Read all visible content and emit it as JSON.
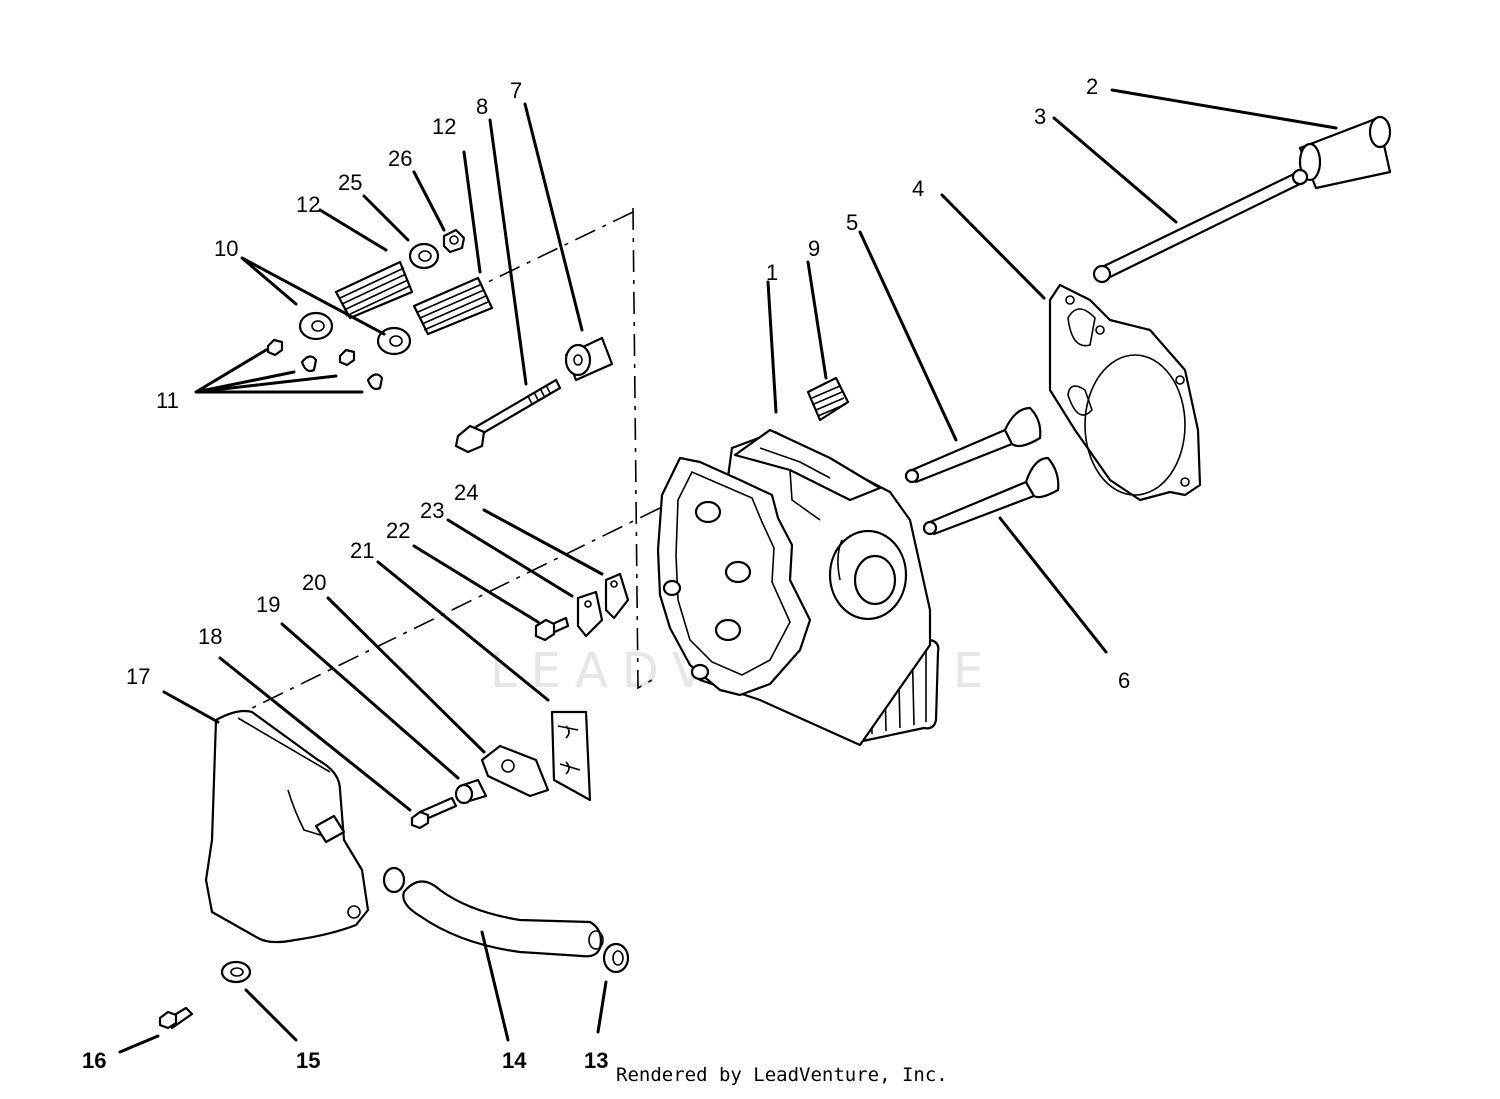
{
  "watermark": "LEADVENTURE",
  "credit": "Rendered by LeadVenture, Inc.",
  "callouts": [
    "1",
    "2",
    "3",
    "4",
    "5",
    "6",
    "7",
    "8",
    "9",
    "10",
    "11",
    "12",
    "12",
    "13",
    "14",
    "15",
    "16",
    "17",
    "18",
    "19",
    "20",
    "21",
    "22",
    "23",
    "24",
    "25",
    "26"
  ]
}
